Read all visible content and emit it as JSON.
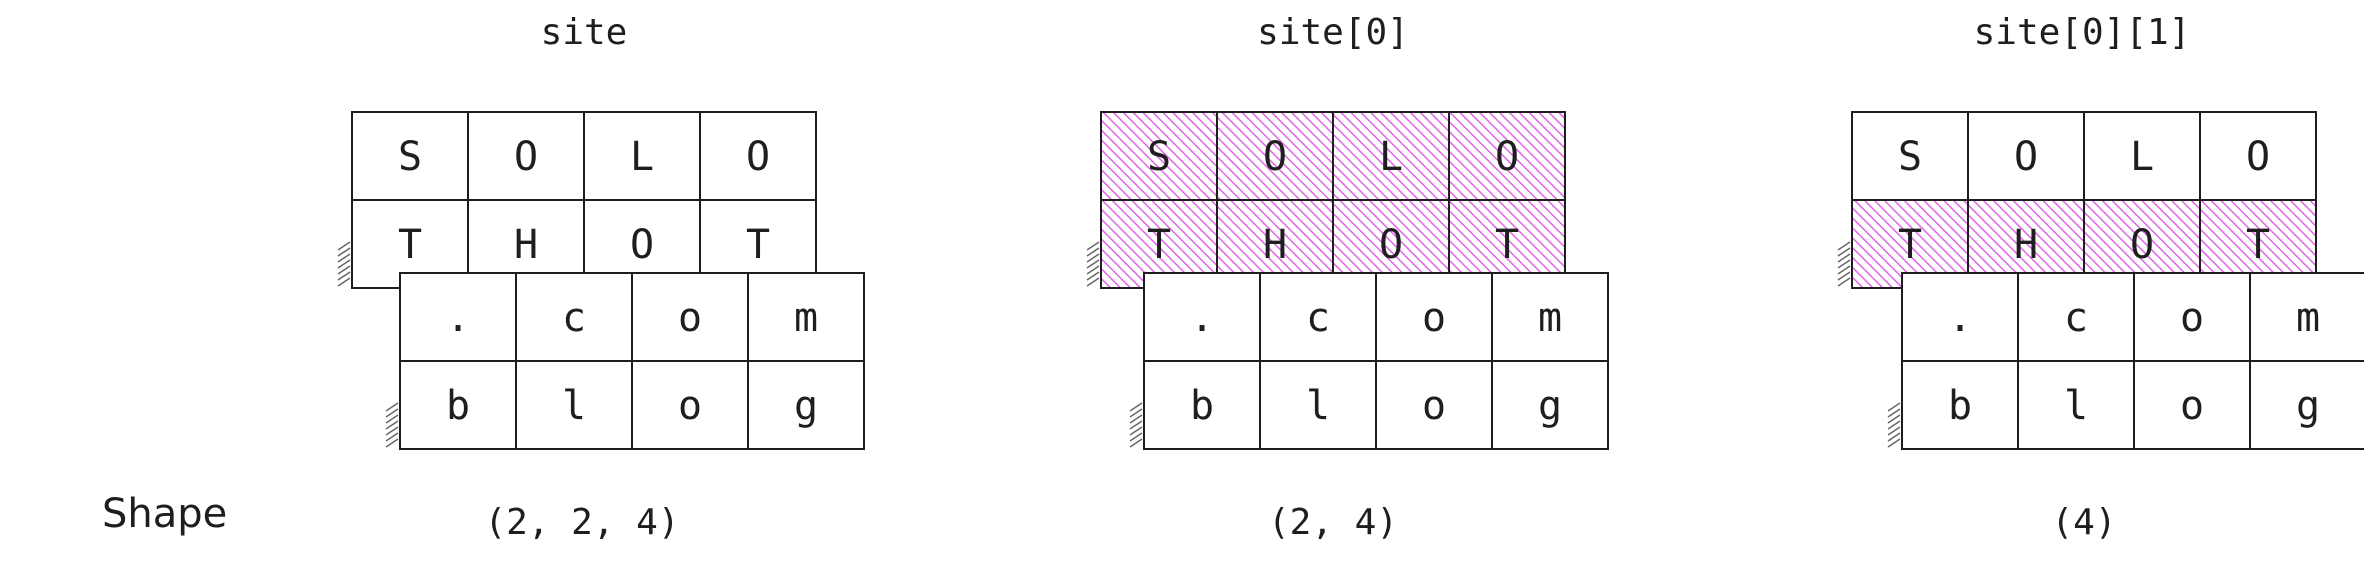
{
  "diagram": {
    "shape_label": "Shape",
    "highlight_color": "#e066e8",
    "panels": [
      {
        "title": "site",
        "shape": "(2, 2, 4)",
        "highlight": "none",
        "back_grid": [
          [
            "S",
            "O",
            "L",
            "O"
          ],
          [
            "T",
            "H",
            "O",
            "T"
          ]
        ],
        "front_grid": [
          [
            ".",
            "c",
            "o",
            "m"
          ],
          [
            "b",
            "l",
            "o",
            "g"
          ]
        ]
      },
      {
        "title": "site[0]",
        "shape": "(2, 4)",
        "highlight": "back-all",
        "back_grid": [
          [
            "S",
            "O",
            "L",
            "O"
          ],
          [
            "T",
            "H",
            "O",
            "T"
          ]
        ],
        "front_grid": [
          [
            ".",
            "c",
            "o",
            "m"
          ],
          [
            "b",
            "l",
            "o",
            "g"
          ]
        ]
      },
      {
        "title": "site[0][1]",
        "shape": "(4)",
        "highlight": "back-row-1",
        "back_grid": [
          [
            "S",
            "O",
            "L",
            "O"
          ],
          [
            "T",
            "H",
            "O",
            "T"
          ]
        ],
        "front_grid": [
          [
            ".",
            "c",
            "o",
            "m"
          ],
          [
            "b",
            "l",
            "o",
            "g"
          ]
        ]
      }
    ]
  }
}
